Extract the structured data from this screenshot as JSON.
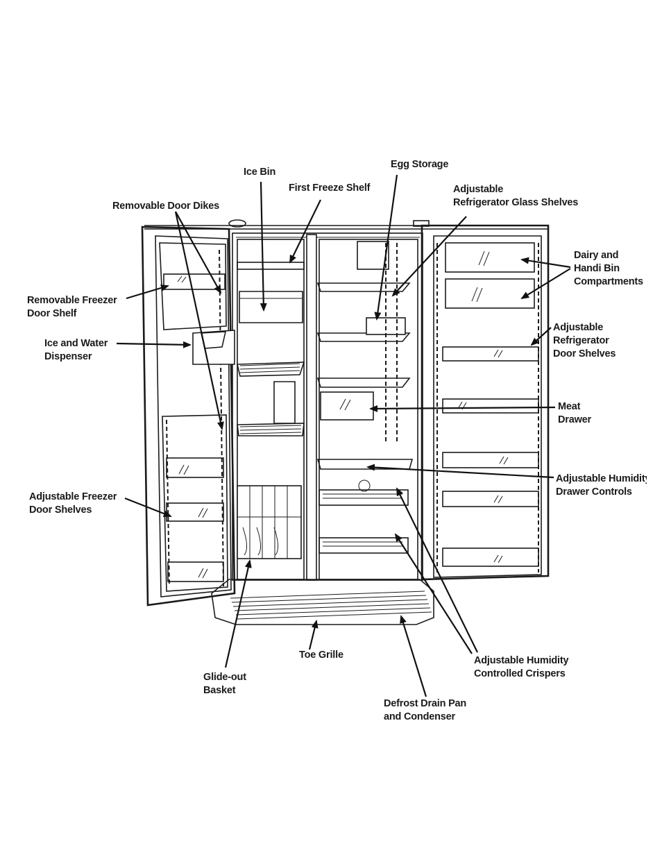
{
  "diagram": {
    "labels": {
      "ice_bin": "Ice Bin",
      "egg_storage": "Egg Storage",
      "first_freeze_shelf": "First Freeze Shelf",
      "adjustable_glass_shelves": [
        "Adjustable",
        "Refrigerator Glass Shelves"
      ],
      "removable_door_dikes": "Removable Door Dikes",
      "dairy_handi_bin": [
        "Dairy and",
        "Handi Bin",
        "Compartments"
      ],
      "removable_freezer_door_shelf": [
        "Removable Freezer",
        "Door Shelf"
      ],
      "ice_water_dispenser": [
        "Ice and Water",
        "Dispenser"
      ],
      "adjustable_refrigerator_door_shelves": [
        "Adjustable",
        "Refrigerator",
        "Door Shelves"
      ],
      "meat_drawer": [
        "Meat",
        "Drawer"
      ],
      "adjustable_freezer_door_shelves": [
        "Adjustable Freezer",
        "Door Shelves"
      ],
      "adjustable_humidity_drawer_controls": [
        "Adjustable Humidity",
        "Drawer Controls"
      ],
      "toe_grille": "Toe Grille",
      "adjustable_humidity_crispers": [
        "Adjustable Humidity",
        "Controlled Crispers"
      ],
      "glide_out_basket": [
        "Glide-out",
        "Basket"
      ],
      "defrost_drain_pan": [
        "Defrost Drain Pan",
        "and Condenser"
      ]
    }
  }
}
